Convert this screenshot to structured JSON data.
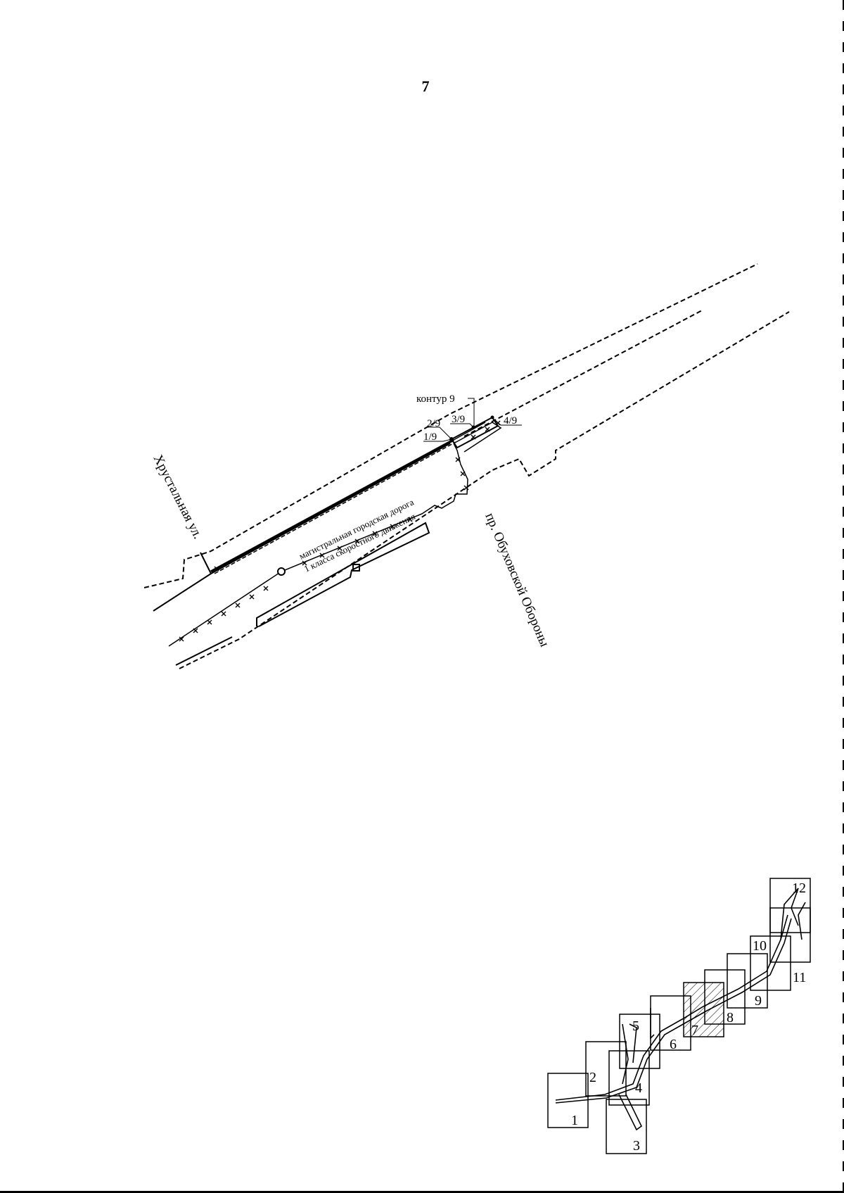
{
  "page": {
    "number": "7"
  },
  "map": {
    "streets": {
      "khrustalnaya": "Хрустальная  ул.",
      "obukhovskoy": "пр. Обуховской Обороны"
    },
    "road": {
      "line1": "магистральная городская дорога",
      "line2": "1 класса скоростного движения"
    },
    "contour_label": "контур 9",
    "points": [
      "1/9",
      "2/9",
      "3/9",
      "4/9"
    ]
  },
  "index_map": {
    "sheets": [
      "1",
      "2",
      "3",
      "4",
      "5",
      "6",
      "7",
      "8",
      "9",
      "10",
      "11",
      "12"
    ],
    "highlighted_sheet": "7"
  }
}
